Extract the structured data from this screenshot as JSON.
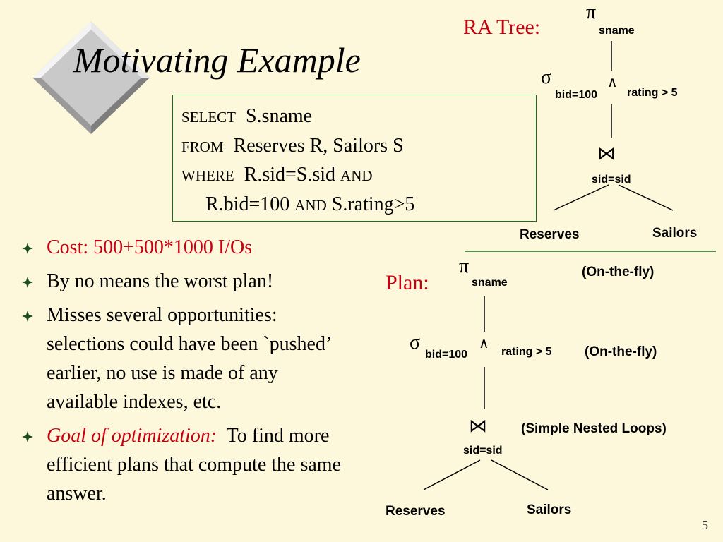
{
  "title": "Motivating Example",
  "sql": {
    "select_kw": "SELECT",
    "select_val": "S.sname",
    "from_kw": "FROM",
    "from_val": "Reserves R, Sailors S",
    "where_kw": "WHERE",
    "where_val": "R.sid=S.sid",
    "and_kw": "AND",
    "line4_a": "R.bid=100",
    "line4_b": "S.rating>5"
  },
  "bullets": {
    "b1": "Cost:  500+500*1000 I/Os",
    "b2": "By no means the worst plan!",
    "b3_lines": [
      "Misses several opportunities:",
      "selections could have been `pushed’",
      "earlier, no use is made of any",
      "available indexes, etc."
    ],
    "b4_italic": "Goal of optimization:",
    "b4_rest": "  To find more",
    "b4_lines": [
      "efficient plans that compute the same",
      "answer."
    ]
  },
  "ra_tree": {
    "label": "RA Tree:",
    "pi": "π",
    "pi_sub": "sname",
    "sigma": "σ",
    "sigma_sub_a": "bid=100",
    "wedge": "∧",
    "sigma_sub_b": "rating > 5",
    "join": "⋈",
    "join_sub": "sid=sid",
    "left_leaf": "Reserves",
    "right_leaf": "Sailors"
  },
  "plan": {
    "label": "Plan:",
    "pi": "π",
    "pi_sub": "sname",
    "pi_note": "(On-the-fly)",
    "sigma": "σ",
    "sigma_sub_a": "bid=100",
    "wedge": "∧",
    "sigma_sub_b": "rating > 5",
    "sigma_note": "(On-the-fly)",
    "join": "⋈",
    "join_sub": "sid=sid",
    "join_note": "(Simple Nested Loops)",
    "left_leaf": "Reserves",
    "right_leaf": "Sailors"
  },
  "page_number": "5"
}
